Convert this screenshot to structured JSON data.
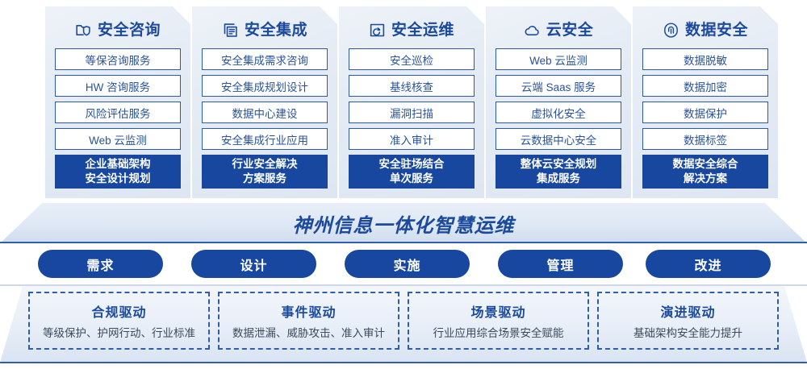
{
  "theme": {
    "primary": "#17479e",
    "title_blue": "#1b4a9c",
    "item_border": "#2b5aa8",
    "item_text": "#2a5398",
    "panel_bg_light": "#eef2f8",
    "panel_bg_dark": "#dde6f2",
    "desc_text": "#3b4a5e"
  },
  "columns": [
    {
      "icon": "folder-shield-icon",
      "title": "安全咨询",
      "items": [
        "等保咨询服务",
        "HW 咨询服务",
        "风险评估服务",
        "Web 云监测"
      ],
      "highlight": [
        "企业基础架构",
        "安全设计规划"
      ]
    },
    {
      "icon": "stacked-documents-icon",
      "title": "安全集成",
      "items": [
        "安全集成需求咨询",
        "安全集成规划设计",
        "数据中心建设",
        "安全集成行业应用"
      ],
      "highlight": [
        "行业安全解决",
        "方案服务"
      ]
    },
    {
      "icon": "monitor-chart-icon",
      "title": "安全运维",
      "items": [
        "安全巡检",
        "基线核查",
        "漏洞扫描",
        "准入审计"
      ],
      "highlight": [
        "安全驻场结合",
        "单次服务"
      ]
    },
    {
      "icon": "cloud-icon",
      "title": "云安全",
      "items": [
        "Web 云监测",
        "云端 Saas 服务",
        "虚拟化安全",
        "云数据中心安全"
      ],
      "highlight": [
        "整体云安全规划",
        "集成服务"
      ]
    },
    {
      "icon": "fingerprint-icon",
      "title": "数据安全",
      "items": [
        "数据脱敏",
        "数据加密",
        "数据保护",
        "数据标签"
      ],
      "highlight": [
        "数据安全综合",
        "解决方案"
      ]
    }
  ],
  "banner": {
    "text": "神州信息一体化智慧运维"
  },
  "phases": [
    {
      "label": "需求"
    },
    {
      "label": "设计"
    },
    {
      "label": "实施"
    },
    {
      "label": "管理"
    },
    {
      "label": "改进"
    }
  ],
  "drivers": [
    {
      "title": "合规驱动",
      "desc": "等级保护、护网行动、行业标准"
    },
    {
      "title": "事件驱动",
      "desc": "数据泄漏、威胁攻击、准入审计"
    },
    {
      "title": "场景驱动",
      "desc": "行业应用综合场景安全赋能"
    },
    {
      "title": "演进驱动",
      "desc": "基础架构安全能力提升"
    }
  ]
}
